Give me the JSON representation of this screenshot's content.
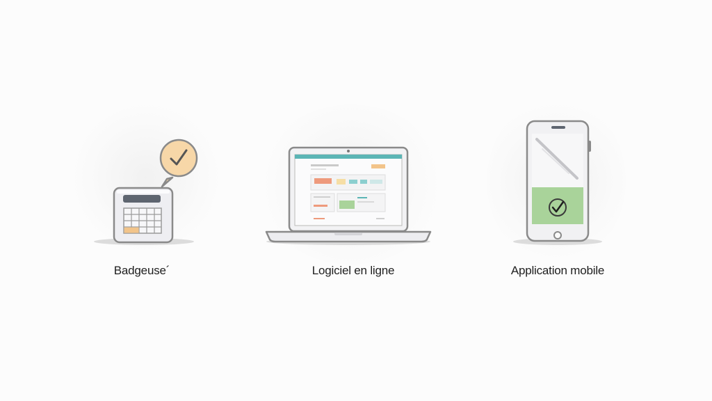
{
  "items": [
    {
      "label": "Badgeuse´",
      "icon": "time-clock-icon"
    },
    {
      "label": "Logiciel en ligne",
      "icon": "laptop-icon"
    },
    {
      "label": "Application mobile",
      "icon": "smartphone-icon"
    }
  ],
  "colors": {
    "outline": "#8a8a8a",
    "bubble": "#f7d7a8",
    "keypad_accent": "#f2c48a",
    "phone_check_bg": "#a9d39a",
    "screen_accent": "#5bb5b5"
  }
}
